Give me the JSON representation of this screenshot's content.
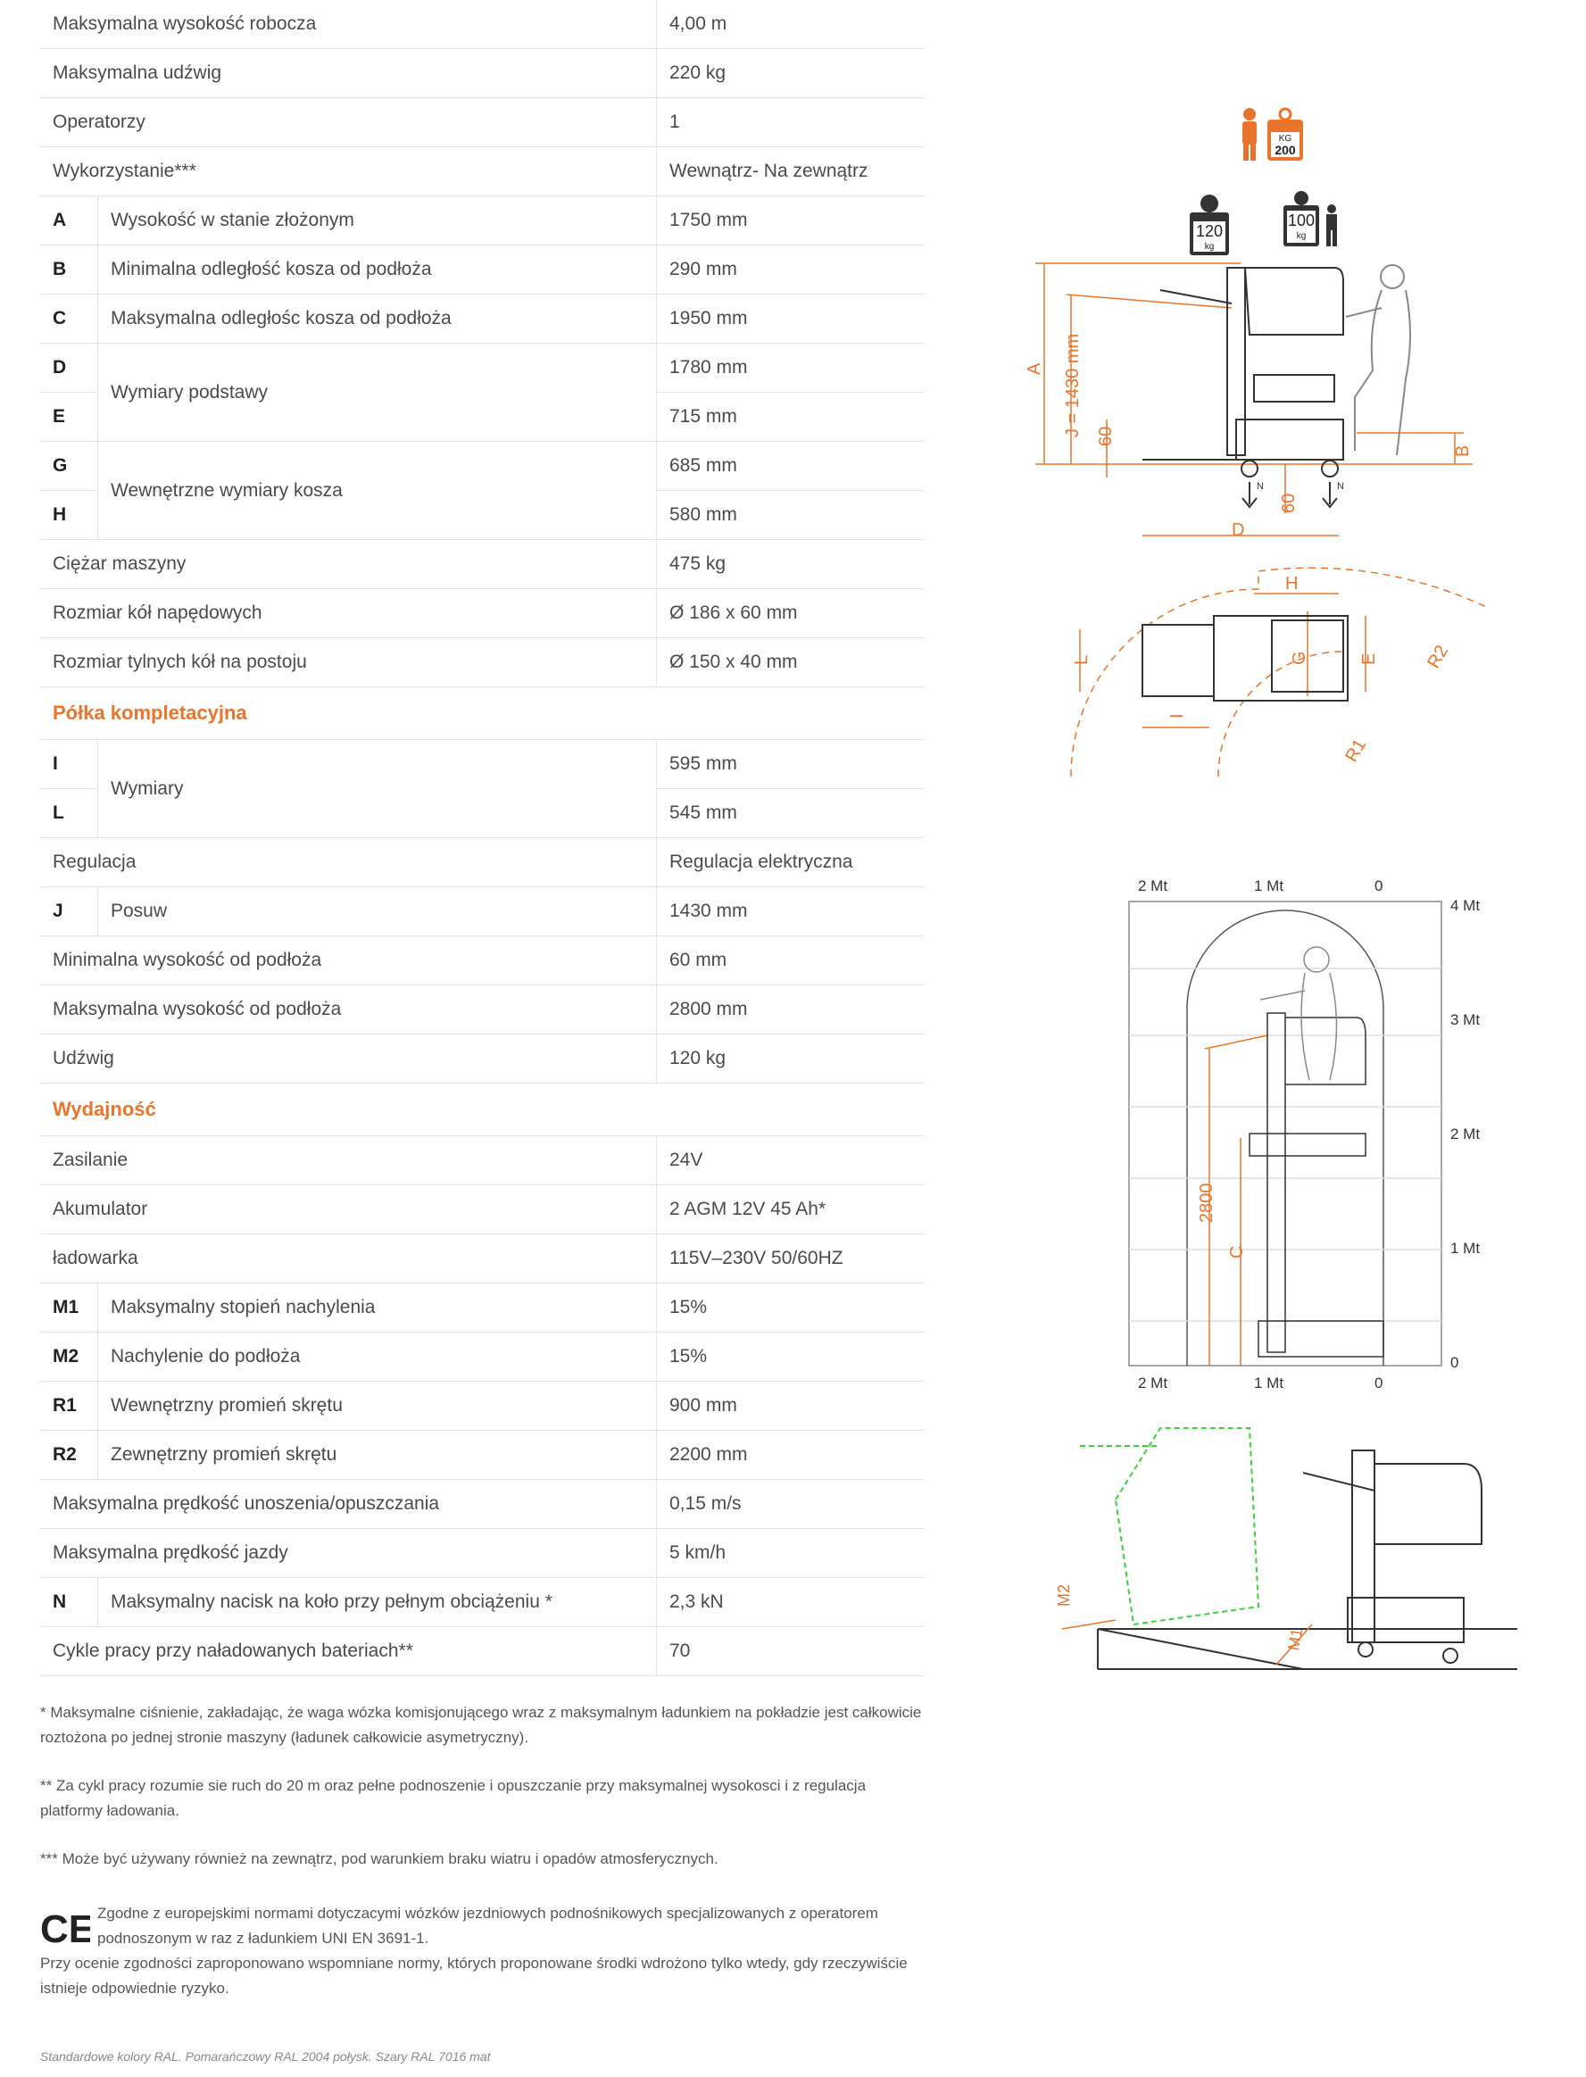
{
  "rows": [
    {
      "label": "Maksymalna wysokość robocza",
      "value": "4,00 m"
    },
    {
      "label": "Maksymalna udźwig",
      "value": "220 kg"
    },
    {
      "label": "Operatorzy",
      "value": "1"
    },
    {
      "label": "Wykorzystanie***",
      "value": "Wewnątrz- Na zewnątrz"
    },
    {
      "letter": "A",
      "label": "Wysokość w stanie złożonym",
      "value": "1750 mm"
    },
    {
      "letter": "B",
      "label": "Minimalna odległość kosza od podłoża",
      "value": "290 mm"
    },
    {
      "letter": "C",
      "label": "Maksymalna odległośc kosza od podłoża",
      "value": "1950 mm"
    },
    {
      "letter": "D",
      "label": "Wymiary podstawy",
      "value": "1780 mm",
      "group_start": true
    },
    {
      "letter": "E",
      "value": "715 mm",
      "group_cont": true
    },
    {
      "letter": "G",
      "label": "Wewnętrzne wymiary kosza",
      "value": "685 mm",
      "group_start": true
    },
    {
      "letter": "H",
      "value": "580 mm",
      "group_cont": true
    },
    {
      "label": "Ciężar maszyny",
      "value": "475 kg"
    },
    {
      "label": "Rozmiar kół napędowych",
      "value": "Ø 186 x 60 mm"
    },
    {
      "label": "Rozmiar tylnych kół na postoju",
      "value": "Ø 150 x 40 mm"
    },
    {
      "section": "Półka kompletacyjna"
    },
    {
      "letter": "I",
      "label": "Wymiary",
      "value": "595 mm",
      "group_start": true
    },
    {
      "letter": "L",
      "value": "545 mm",
      "group_cont": true
    },
    {
      "label": "Regulacja",
      "value": "Regulacja elektryczna"
    },
    {
      "letter": "J",
      "label": "Posuw",
      "value": "1430 mm"
    },
    {
      "label": "Minimalna wysokość od podłoża",
      "value": "60 mm"
    },
    {
      "label": "Maksymalna wysokość od podłoża",
      "value": "2800 mm"
    },
    {
      "label": "Udźwig",
      "value": "120 kg"
    },
    {
      "section": "Wydajność"
    },
    {
      "label": "Zasilanie",
      "value": "24V"
    },
    {
      "label": "Akumulator",
      "value": "2 AGM 12V 45 Ah*"
    },
    {
      "label": "ładowarka",
      "value": "115V–230V 50/60HZ"
    },
    {
      "letter": "M1",
      "label": "Maksymalny stopień nachylenia",
      "value": "15%"
    },
    {
      "letter": "M2",
      "label": "Nachylenie do podłoża",
      "value": "15%"
    },
    {
      "letter": "R1",
      "label": "Wewnętrzny promień skrętu",
      "value": "900 mm"
    },
    {
      "letter": "R2",
      "label": "Zewnętrzny promień skrętu",
      "value": "2200 mm"
    },
    {
      "label": "Maksymalna prędkość unoszenia/opuszczania",
      "value": "0,15 m/s"
    },
    {
      "label": "Maksymalna prędkość jazdy",
      "value": "5 km/h"
    },
    {
      "letter": "N",
      "label": "Maksymalny nacisk na koło przy pełnym obciążeniu *",
      "value": "2,3 kN"
    },
    {
      "label": "Cykle pracy przy naładowanych bateriach**",
      "value": "70"
    }
  ],
  "notes": [
    "* Maksymalne ciśnienie, zakładając, że waga wózka komisjonującego wraz z maksymalnym ładunkiem na pokładzie jest całkowicie roztożona po jednej stronie maszyny (ładunek całkowicie asymetryczny).",
    "** Za cykl pracy rozumie sie ruch do 20 m oraz pełne podnoszenie i opuszczanie przy maksymalnej wysokosci i z regulacja platformy ładowania.",
    "*** Może być używany również na zewnątrz, pod warunkiem braku wiatru i opadów atmosferycznych."
  ],
  "ce": {
    "mark": "CE",
    "line1": "Zgodne z europejskimi normami dotyczacymi wózków jezdniowych podnośnikowych specjalizowanych z operatorem podnoszonym w raz z ładunkiem UNI EN 3691-1.",
    "line2": "Przy ocenie zgodności zaproponowano wspomniane normy, których proponowane środki wdrożono tylko wtedy, gdy rzeczywiście istnieje odpowiednie ryzyko."
  },
  "footer": "Standardowe kolory RAL. Pomarańczowy RAL 2004 połysk. Szary RAL 7016 mat",
  "drawings": {
    "icons": {
      "kg_top": "KG",
      "kg_top_val": "200",
      "w1": "120",
      "w1u": "kg",
      "w2": "100",
      "w2u": "kg"
    },
    "side": {
      "A": "A",
      "J": "J = 1430 mm",
      "s60a": "60",
      "s60b": "60",
      "B": "B",
      "N1": "N",
      "N2": "N"
    },
    "top": {
      "D": "D",
      "H": "H",
      "L": "L",
      "G": "G",
      "E": "E",
      "I": "I",
      "R1": "R1",
      "R2": "R2"
    },
    "reach": {
      "t2a": "2 Mt",
      "t1a": "1 Mt",
      "t0a": "0",
      "t2b": "2 Mt",
      "t1b": "1 Mt",
      "t0b": "0",
      "r4": "4 Mt",
      "r3": "3 Mt",
      "r2": "2 Mt",
      "r1": "1 Mt",
      "r0": "0",
      "h2800": "2800",
      "C": "C"
    },
    "slope": {
      "M2": "M2",
      "M1": "M1"
    }
  },
  "colors": {
    "accent": "#e8752b",
    "green": "#3dd13d",
    "line": "#333333"
  }
}
